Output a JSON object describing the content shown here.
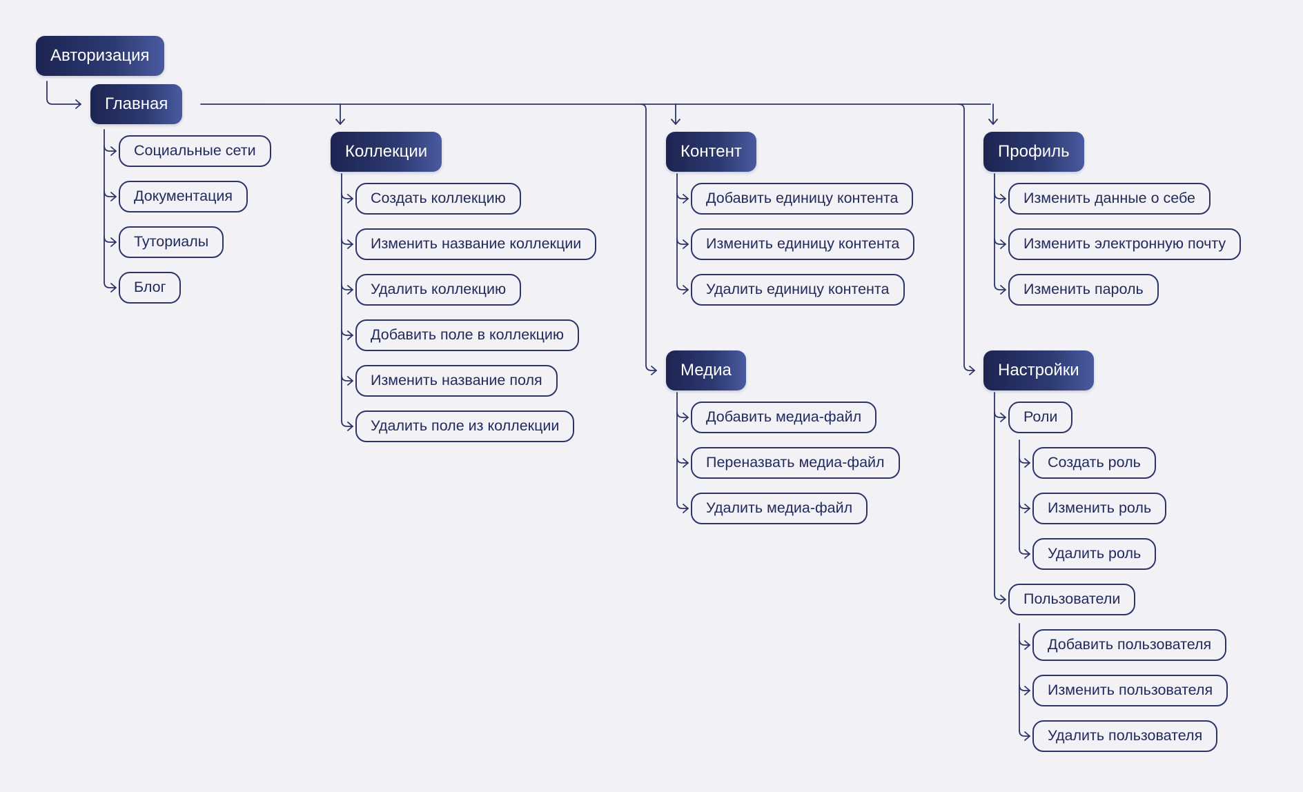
{
  "colors": {
    "background": "#f1f1f6",
    "line": "#2b3367",
    "node_dark": "#1f2754",
    "node_dark_accent": "#4a5aa0",
    "text_light_node": "#232a5c"
  },
  "nodes": {
    "auth": "Авторизация",
    "home": "Главная",
    "home_items": [
      "Социальные сети",
      "Документация",
      "Туториалы",
      "Блог"
    ],
    "collections": "Коллекции",
    "collections_items": [
      "Создать коллекцию",
      "Изменить название коллекции",
      "Удалить коллекцию",
      "Добавить поле в коллекцию",
      "Изменить название поля",
      "Удалить поле из коллекции"
    ],
    "content": "Контент",
    "content_items": [
      "Добавить единицу контента",
      "Изменить единицу контента",
      "Удалить единицу контента"
    ],
    "media": "Медиа",
    "media_items": [
      "Добавить медиа-файл",
      "Переназвать медиа-файл",
      "Удалить медиа-файл"
    ],
    "profile": "Профиль",
    "profile_items": [
      "Изменить данные о себе",
      "Изменить электронную почту",
      "Изменить пароль"
    ],
    "settings": "Настройки",
    "roles": "Роли",
    "roles_items": [
      "Создать роль",
      "Изменить роль",
      "Удалить роль"
    ],
    "users": "Пользователи",
    "users_items": [
      "Добавить пользователя",
      "Изменить пользователя",
      "Удалить пользователя"
    ]
  }
}
